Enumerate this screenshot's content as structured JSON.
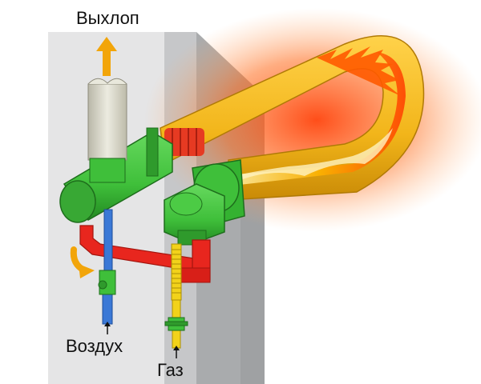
{
  "labels": {
    "exhaust": "Выхлоп",
    "air": "Воздух",
    "gas": "Газ"
  },
  "colors": {
    "wall": "#c6c7c9",
    "wall_shadow": "#9fa1a3",
    "tube": "#f2b51a",
    "tube_dark": "#c98a06",
    "glow": "#ff5a1a",
    "burner_green": "#3fbf3a",
    "burner_dark": "#238a22",
    "air_pipe": "#3a78d6",
    "hot_air_pipe": "#e8261e",
    "gas_pipe": "#f2d21a",
    "exhaust_pipe": "#d9d7c8",
    "flame": "#ff7a00",
    "arrow": "#f2a50a"
  },
  "icons": {
    "exhaust_arrow": "arrow-up-icon",
    "air_arrow": "curved-arrow-icon",
    "air_tick": "arrow-up-small-icon",
    "gas_tick": "arrow-up-small-icon"
  }
}
